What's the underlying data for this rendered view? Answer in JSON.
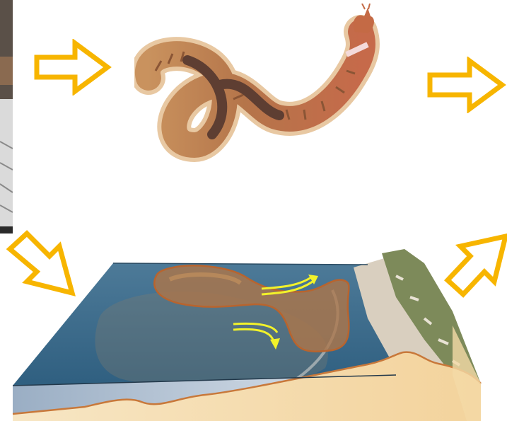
{
  "diagram": {
    "subject_worm": "worm-illustration",
    "subject_block": "coastal-seabed-block-diagram",
    "arrow_color": "#f7b500",
    "flow_arrow_color": "#f2f22a",
    "plume_color": "#a86a3c",
    "sea_color": "#3c6f90",
    "sand_color": "#f6ddb1",
    "arrows": [
      {
        "name": "arrow-right-1",
        "icon": "hollow-arrow-right"
      },
      {
        "name": "arrow-right-2",
        "icon": "hollow-arrow-right"
      },
      {
        "name": "arrow-down-right",
        "icon": "hollow-arrow-diagonal-down"
      },
      {
        "name": "arrow-up-right",
        "icon": "hollow-arrow-diagonal-up"
      }
    ]
  }
}
